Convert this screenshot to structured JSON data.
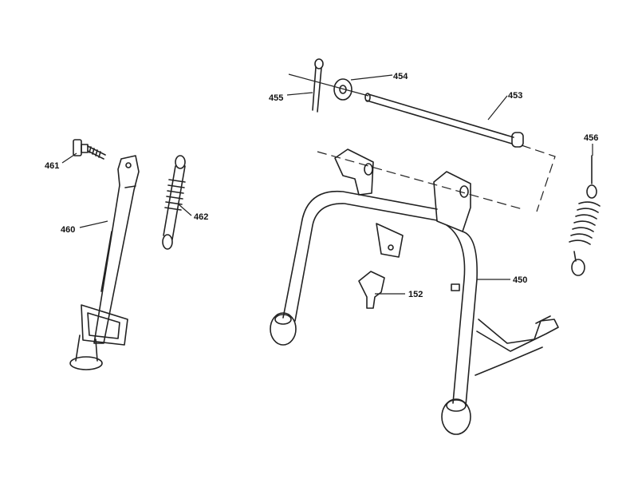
{
  "labels": {
    "p461": "461",
    "p460": "460",
    "p462": "462",
    "p455": "455",
    "p454": "454",
    "p453": "453",
    "p456": "456",
    "p450": "450",
    "p152": "152"
  }
}
